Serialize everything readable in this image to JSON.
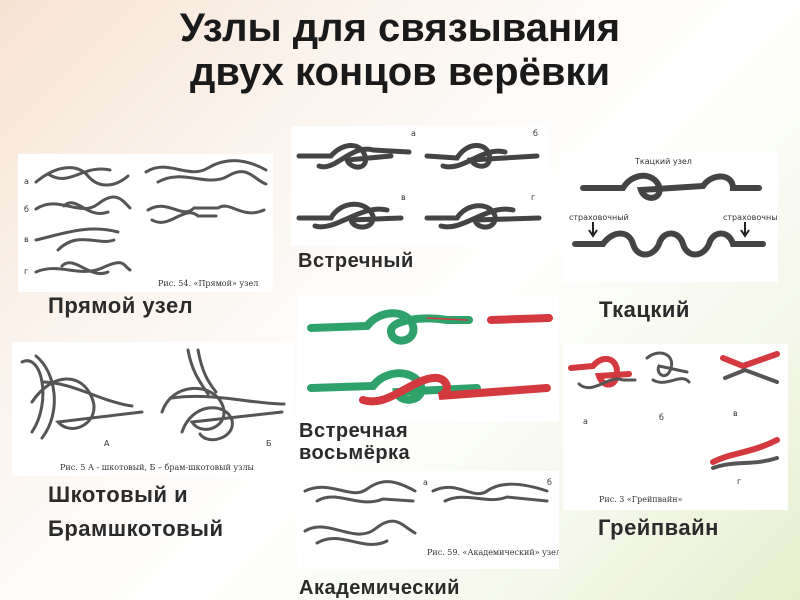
{
  "title_line1": "Узлы для связывания",
  "title_line2": "двух концов верёвки",
  "knots": [
    {
      "label": "Прямой узел",
      "caption": "Рис. 54. «Прямой» узел",
      "sublabels": [
        "а",
        "б",
        "в",
        "г"
      ]
    },
    {
      "label": "Встречный",
      "sublabels": [
        "а",
        "б",
        "в",
        "г"
      ]
    },
    {
      "label": "Ткацкий",
      "caption_top": "Ткацкий узел",
      "tag_left": "страховочный",
      "tag_right": "страховочный"
    },
    {
      "label": "Встречная\nвосьмёрка"
    },
    {
      "label": "Шкотовый и\nБрамшкотовый",
      "caption": "Рис. 5 А - шкотовый, Б – брам-шкотовый узлы",
      "sublabels": [
        "А",
        "Б"
      ]
    },
    {
      "label": "Грейпвайн",
      "caption": "Рис. 3 «Грейпвайн»",
      "sublabels": [
        "а",
        "б",
        "в",
        "г"
      ]
    },
    {
      "label": "Академический",
      "caption": "Рис. 59. «Академический» узел",
      "sublabels": [
        "а",
        "б"
      ]
    }
  ],
  "colors": {
    "green": "#2fa26c",
    "red": "#d4393f",
    "rope": "#555555"
  }
}
